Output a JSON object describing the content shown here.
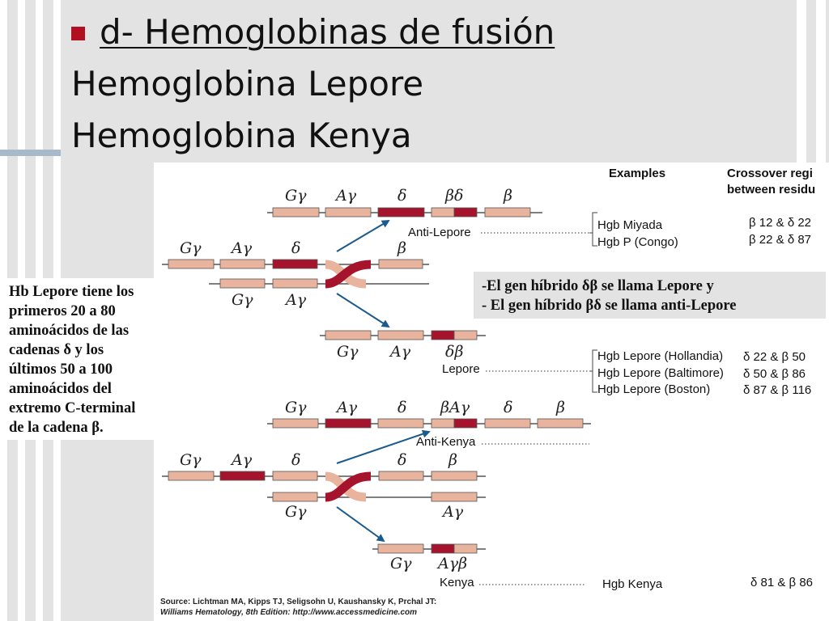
{
  "slide": {
    "bullet_title": "d- Hemoglobinas de fusión",
    "line2": "Hemoglobina Lepore",
    "line3": "Hemoglobina Kenya"
  },
  "colors": {
    "gene": "#e9b49d",
    "hybrid": "#a5142c",
    "arrow": "#1a5a8c",
    "bullet": "#b01020",
    "slide_bg": "#e3e3e3"
  },
  "left_note": {
    "lines": [
      "Hb Lepore tiene los",
      "primeros 20 a 80",
      "aminoácidos  de las",
      "cadenas δ y los",
      "últimos 50 a 100",
      "aminoácidos  del",
      "extremo C-terminal",
      "de la cadena β."
    ]
  },
  "right_note": {
    "lines": [
      "-El gen híbrido δβ se llama Lepore y",
      "- El gen híbrido βδ se llama anti-Lepore"
    ]
  },
  "figure": {
    "header": {
      "examples": "Examples",
      "crossover1": "Crossover regi",
      "crossover2": "between residu"
    },
    "labels": {
      "Gg": "Gγ",
      "Ag": "Aγ",
      "d": "δ",
      "b": "β",
      "bd": "βδ",
      "db": "δβ",
      "bAg": "βAγ",
      "Agb": "Aγβ",
      "anti_lepore": "Anti-Lepore",
      "lepore": "Lepore",
      "anti_kenya": "Anti-Kenya",
      "kenya": "Kenya"
    },
    "examples": {
      "anti_lepore": [
        {
          "name": "Hgb Miyada",
          "cross": "β 12 & δ 22"
        },
        {
          "name": "Hgb P (Congo)",
          "cross": "β 22 & δ 87"
        }
      ],
      "lepore": [
        {
          "name": "Hgb Lepore (Hollandia)",
          "cross": "δ 22 & β 50"
        },
        {
          "name": "Hgb Lepore (Baltimore)",
          "cross": "δ 50 & β 86"
        },
        {
          "name": "Hgb Lepore (Boston)",
          "cross": "δ 87 & β 116"
        }
      ],
      "kenya": [
        {
          "name": "Hgb Kenya",
          "cross": "δ 81 & β 86"
        }
      ]
    },
    "source": {
      "line1": "Source: Lichtman MA, Kipps TJ, Seligsohn U, Kaushansky K, Prchal JT:",
      "line2": "Williams Hematology, 8th Edition: http://www.accessmedicine.com"
    }
  }
}
